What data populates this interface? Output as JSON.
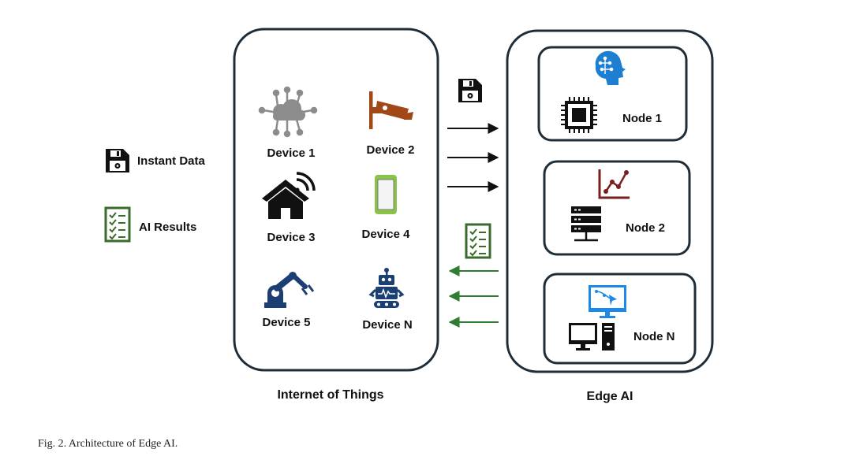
{
  "legend": {
    "instant_data": "Instant Data",
    "ai_results": "AI Results"
  },
  "iot": {
    "title": "Internet of Things",
    "devices": [
      "Device 1",
      "Device 2",
      "Device 3",
      "Device 4",
      "Device 5",
      "Device N"
    ]
  },
  "edge": {
    "title": "Edge AI",
    "nodes": [
      "Node 1",
      "Node 2",
      "Node N"
    ]
  },
  "caption": "Fig. 2.  Architecture of Edge AI.",
  "colors": {
    "panel_border": "#1f2d38",
    "data_arrow": "#111111",
    "result_arrow": "#2e7d32",
    "results_icon": "#3a6b2a",
    "navy_icon": "#1c3f73",
    "camera_icon": "#a14718",
    "node2_chart": "#7a1f1f",
    "brain_icon": "#1d7fd1",
    "phone_icon": "#8bc34a"
  }
}
